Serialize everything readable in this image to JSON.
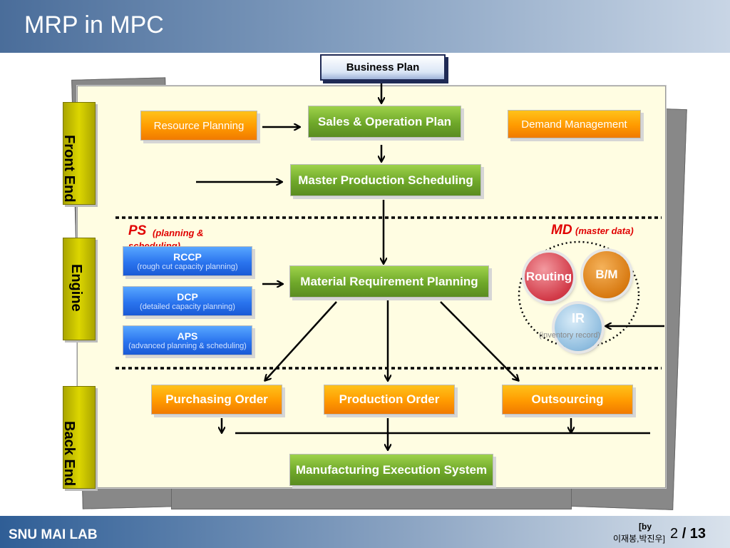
{
  "slide": {
    "title": "MRP in MPC"
  },
  "footer": {
    "lab": "SNU MAI LAB",
    "by": "[by",
    "names": "이재봉,박진우]",
    "page_current": "2",
    "page_total": "/ 13"
  },
  "side_tabs": {
    "front": "Front End",
    "engine": "Engine",
    "back": "Back End"
  },
  "top": {
    "business_plan": "Business Plan",
    "resource_planning": "Resource Planning",
    "sop": "Sales & Operation Plan",
    "demand_management": "Demand Management",
    "mps": "Master Production Scheduling"
  },
  "ps": {
    "label": "PS",
    "sub": "(planning & scheduling)"
  },
  "md": {
    "label": "MD",
    "sub": "(master data)"
  },
  "engine": {
    "rccp": "RCCP",
    "rccp_sub": "(rough cut capacity planning)",
    "dcp": "DCP",
    "dcp_sub": "(detailed capacity planning)",
    "aps": "APS",
    "aps_sub": "(advanced planning & scheduling)",
    "mrp": "Material Requirement Planning",
    "routing": "Routing",
    "bm": "B/M",
    "ir": "IR",
    "ir_sub": "(inventory record)"
  },
  "back": {
    "purchasing": "Purchasing Order",
    "production": "Production Order",
    "outsourcing": "Outsourcing",
    "mes": "Manufacturing Execution System"
  },
  "colors": {
    "accent_red": "#e00000",
    "olive": "#cdc800",
    "green": "#6fa82a",
    "orange": "#ff9a00",
    "blue": "#2a74ee"
  }
}
